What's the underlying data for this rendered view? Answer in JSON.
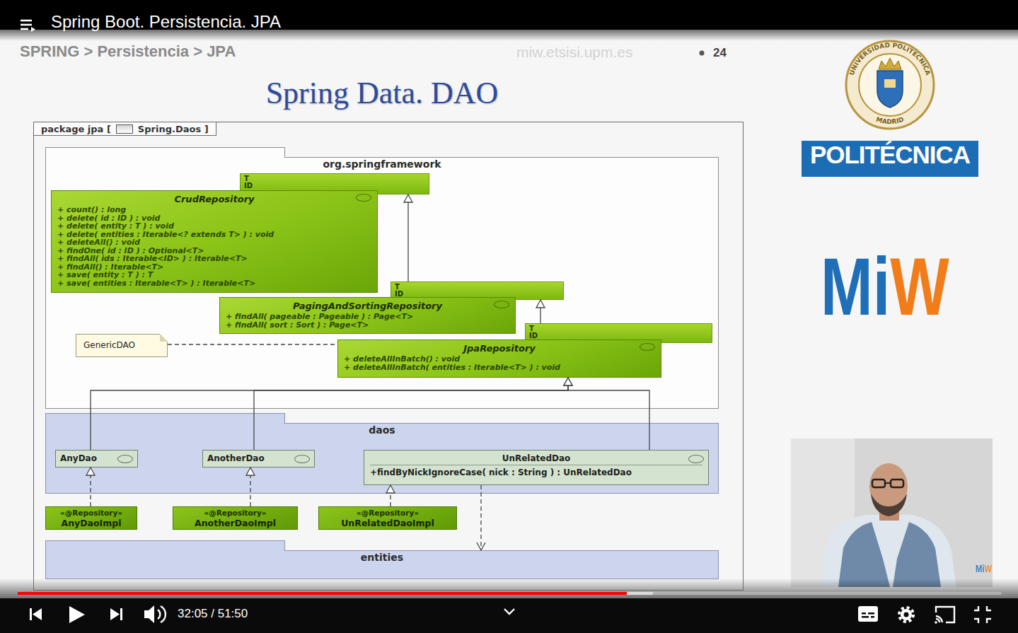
{
  "diagram": {
    "title": "Spring Data. DAO",
    "nodes": [
      {
        "text": [
          "package jpa [",
          "Spring.Daos ]"
        ]
      },
      {
        "text": [
          "org.springframework"
        ],
        "in": 0
      },
      {
        "text": [
          "T",
          "ID"
        ],
        "in": 1
      },
      {
        "text": [
          "CrudRepository",
          "+ count() : long",
          "+ delete( id : ID ) : void",
          "+ delete( entity : T ) : void",
          "+ delete( entities : Iterable<? extends T> ) : void",
          "+ deleteAll() : void",
          "+ findOne( id : ID ) : Optional<T>",
          "+ findAll( ids : Iterable<ID> ) : Iterable<T>",
          "+ findAll() : Iterable<T>",
          "+ save( entity : T ) : T",
          "+ save( entities : Iterable<T> ) : Iterable<T>"
        ],
        "in": 1
      },
      {
        "text": [
          "T",
          "ID"
        ],
        "in": 1
      },
      {
        "text": [
          "PagingAndSortingRepository",
          "+ findAll( pageable : Pageable ) : Page<T>",
          "+ findAll( sort : Sort ) : Page<T>"
        ],
        "in": 1
      },
      {
        "text": [
          "GenericDAO"
        ],
        "in": 1
      },
      {
        "text": [
          "T",
          "ID"
        ],
        "in": 1
      },
      {
        "text": [
          "JpaRepository",
          "+ deleteAllInBatch() : void",
          "+ deleteAllInBatch( entities : Iterable<T> ) : void"
        ],
        "in": 1
      },
      {
        "text": [
          "daos"
        ],
        "in": 0
      },
      {
        "text": [
          "AnyDao"
        ],
        "in": 9
      },
      {
        "text": [
          "AnotherDao"
        ],
        "in": 9
      },
      {
        "text": [
          "UnRelatedDao",
          "+findByNickIgnoreCase( nick : String ) : UnRelatedDao"
        ],
        "in": 9
      },
      {
        "text": [
          "«@Repository»",
          "AnyDaoImpl"
        ],
        "in": 0
      },
      {
        "text": [
          "«@Repository»",
          "AnotherDaoImpl"
        ],
        "in": 0
      },
      {
        "text": [
          "«@Repository»",
          "UnRelatedDaoImpl"
        ],
        "in": 0
      },
      {
        "text": [
          "entities"
        ],
        "in": 0
      }
    ],
    "edges": [
      {
        "from": 4,
        "to": 2,
        "arrow": "to"
      },
      {
        "from": 7,
        "to": 4,
        "arrow": "to"
      },
      {
        "from": 6,
        "to": 8,
        "arrow": "none"
      },
      {
        "from": 10,
        "to": 8,
        "arrow": "to"
      },
      {
        "from": 11,
        "to": 8,
        "arrow": "to"
      },
      {
        "from": 12,
        "to": 8,
        "arrow": "to"
      },
      {
        "from": 13,
        "to": 10,
        "arrow": "to"
      },
      {
        "from": 14,
        "to": 11,
        "arrow": "to"
      },
      {
        "from": 15,
        "to": 12,
        "arrow": "to"
      },
      {
        "from": 12,
        "to": 16,
        "arrow": "to"
      }
    ],
    "labels": [
      "Spring Boot. Persistencia. JPA",
      "SPRING > Persistencia > JPA",
      "miw.etsisi.upm.es",
      "24",
      "UNIVERSIDAD POLITECNICA",
      "MADRID",
      "POLITÉCNICA",
      "MiW",
      "MiW",
      "32:05 / 51:50"
    ]
  }
}
